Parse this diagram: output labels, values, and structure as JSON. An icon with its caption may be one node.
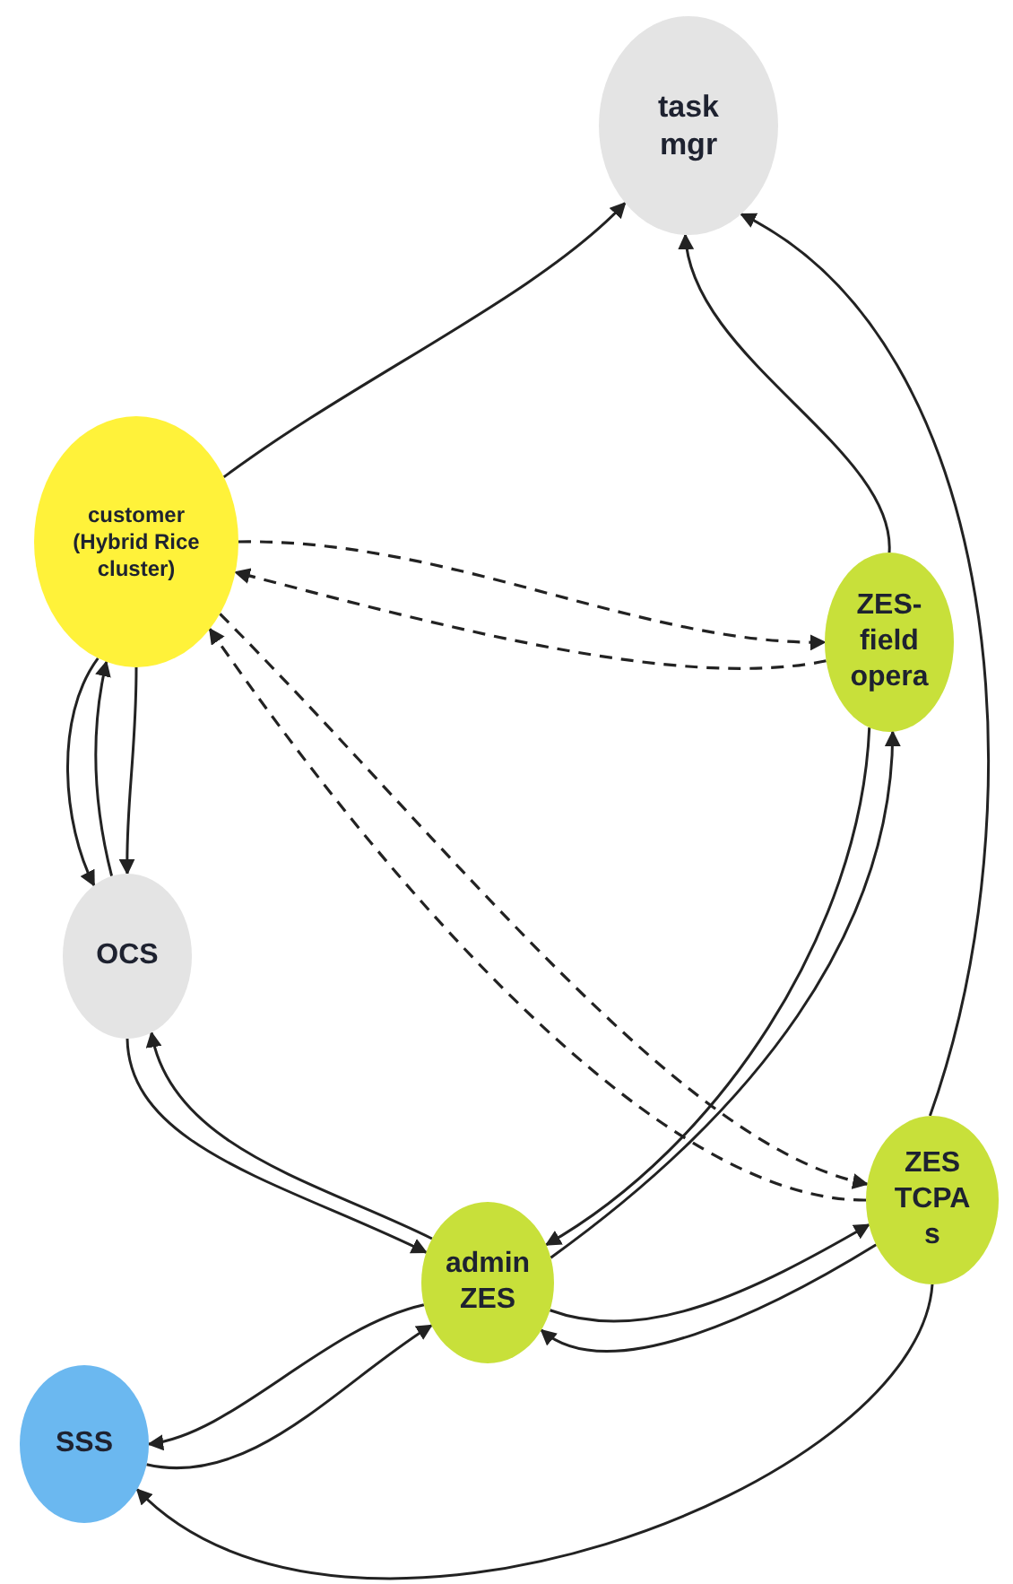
{
  "diagram": {
    "nodes": [
      {
        "text": [
          "task mgr"
        ]
      },
      {
        "text": [
          "customer (Hybrid Rice cluster)"
        ]
      },
      {
        "text": [
          "ZES-field opera"
        ]
      },
      {
        "text": [
          "OCS"
        ]
      },
      {
        "text": [
          "admin ZES"
        ]
      },
      {
        "text": [
          "ZES TCPA s"
        ]
      },
      {
        "text": [
          "SSS"
        ]
      }
    ],
    "edges": [
      {
        "from": 1,
        "to": 0,
        "arrow": "to"
      },
      {
        "from": 2,
        "to": 0,
        "arrow": "to"
      },
      {
        "from": 5,
        "to": 0,
        "arrow": "to"
      },
      {
        "from": 1,
        "to": 2,
        "arrow": "to",
        "style": "dashed"
      },
      {
        "from": 2,
        "to": 1,
        "arrow": "to",
        "style": "dashed"
      },
      {
        "from": 1,
        "to": 5,
        "arrow": "to",
        "style": "dashed"
      },
      {
        "from": 5,
        "to": 1,
        "arrow": "to",
        "style": "dashed"
      },
      {
        "from": 1,
        "to": 3,
        "arrow": "to"
      },
      {
        "from": 3,
        "to": 1,
        "arrow": "to"
      },
      {
        "from": 1,
        "to": 3,
        "arrow": "to"
      },
      {
        "from": 3,
        "to": 4,
        "arrow": "to"
      },
      {
        "from": 4,
        "to": 3,
        "arrow": "to"
      },
      {
        "from": 4,
        "to": 2,
        "arrow": "to"
      },
      {
        "from": 2,
        "to": 4,
        "arrow": "to"
      },
      {
        "from": 4,
        "to": 5,
        "arrow": "to"
      },
      {
        "from": 5,
        "to": 4,
        "arrow": "to"
      },
      {
        "from": 4,
        "to": 6,
        "arrow": "to"
      },
      {
        "from": 6,
        "to": 4,
        "arrow": "to"
      },
      {
        "from": 5,
        "to": 6,
        "arrow": "to"
      }
    ]
  }
}
